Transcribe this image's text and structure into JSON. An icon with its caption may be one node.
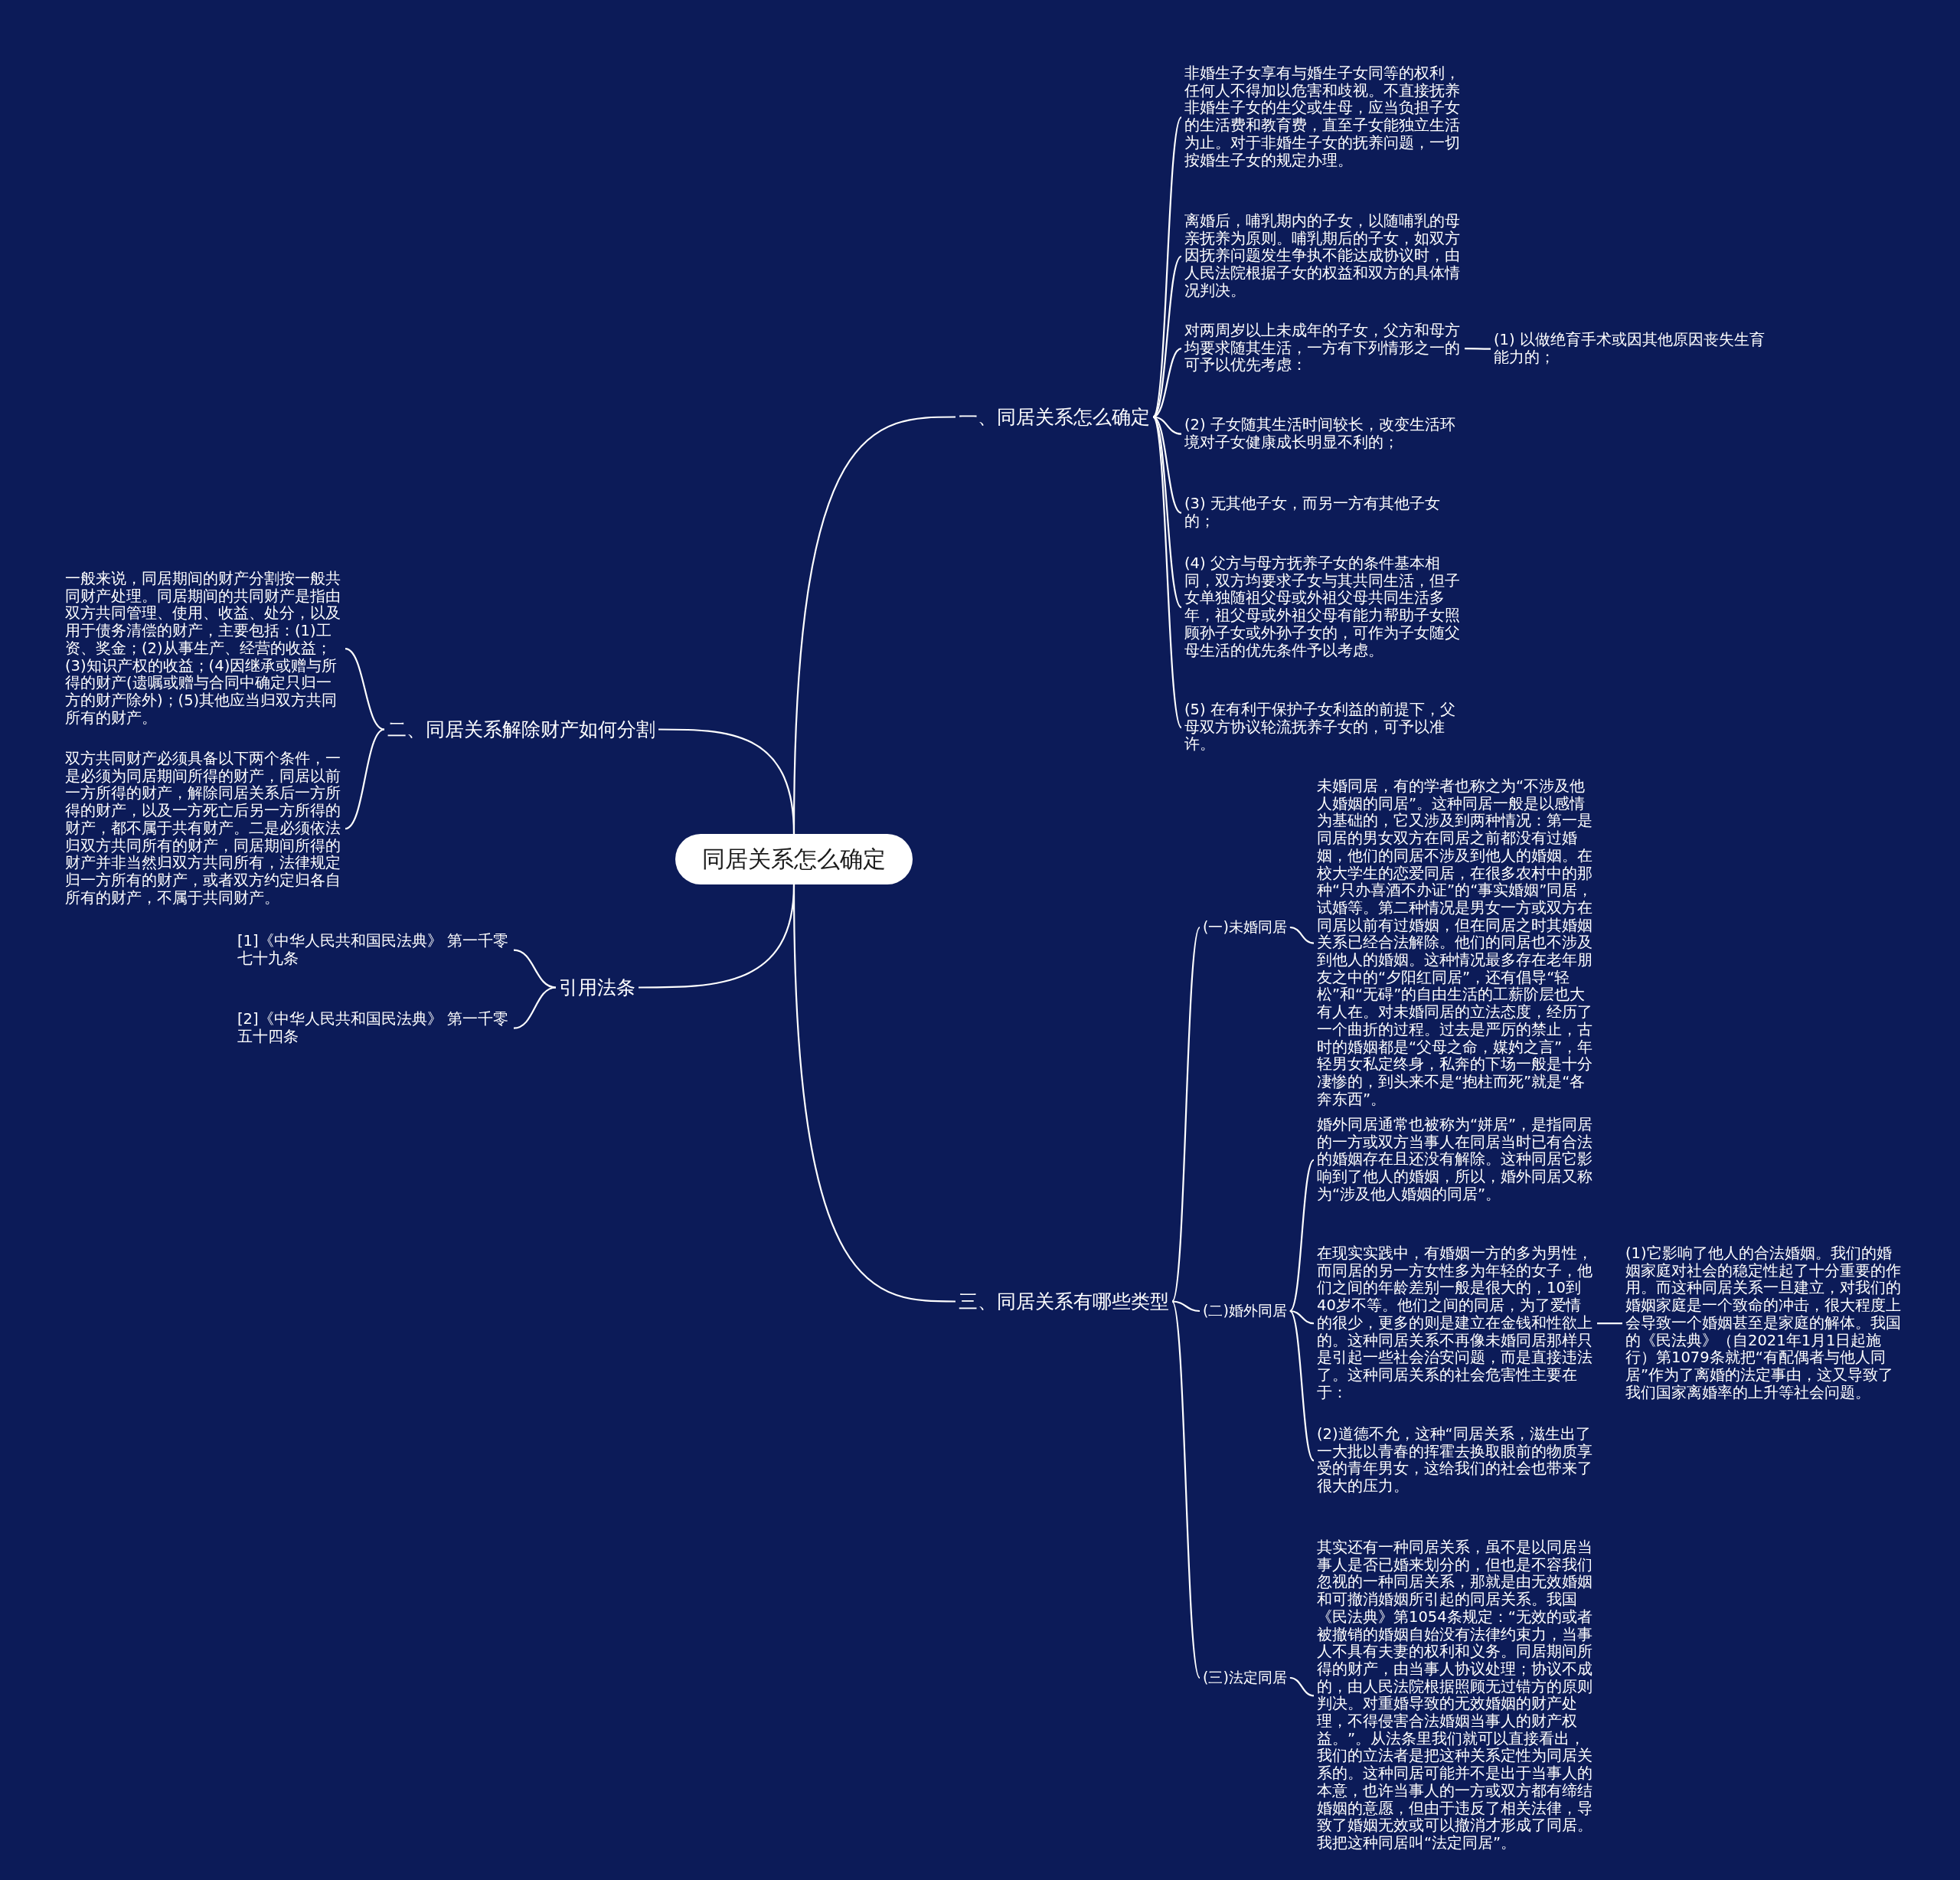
{
  "diagram": {
    "nodes": [
      {
        "text": [
          "同居关系怎么确定"
        ]
      },
      {
        "text": [
          "一、同居关系怎么确定"
        ]
      },
      {
        "text": [
          "非婚生子女享有与婚生子女同等的权利，任何人不得加以危害和歧视。不直接抚养非婚生子女的生父或生母，应当负担子女的生活费和教育费，直至子女能独立生活为止。对于非婚生子女的抚养问题，一切按婚生子女的规定办理。"
        ]
      },
      {
        "text": [
          "离婚后，哺乳期内的子女，以随哺乳的母亲抚养为原则。哺乳期后的子女，如双方因抚养问题发生争执不能达成协议时，由人民法院根据子女的权益和双方的具体情况判决。"
        ]
      },
      {
        "text": [
          "对两周岁以上未成年的子女，父方和母方均要求随其生活，一方有下列情形之一的可予以优先考虑："
        ]
      },
      {
        "text": [
          "(1) 以做绝育手术或因其他原因丧失生育能力的；"
        ]
      },
      {
        "text": [
          "(2) 子女随其生活时间较长，改变生活环境对子女健康成长明显不利的；"
        ]
      },
      {
        "text": [
          "(3) 无其他子女，而另一方有其他子女的；"
        ]
      },
      {
        "text": [
          "(4) 父方与母方抚养子女的条件基本相同，双方均要求子女与其共同生活，但子女单独随祖父母或外祖父母共同生活多年，祖父母或外祖父母有能力帮助子女照顾孙子女或外孙子女的，可作为子女随父母生活的优先条件予以考虑。"
        ]
      },
      {
        "text": [
          "(5) 在有利于保护子女利益的前提下，父母双方协议轮流抚养子女的，可予以准许。"
        ]
      },
      {
        "text": [
          "二、同居关系解除财产如何分割"
        ]
      },
      {
        "text": [
          "一般来说，同居期间的财产分割按一般共同财产处理。同居期间的共同财产是指由双方共同管理、使用、收益、处分，以及用于债务清偿的财产，主要包括：(1)工资、奖金；(2)从事生产、经营的收益；(3)知识产权的收益；(4)因继承或赠与所得的财产(遗嘱或赠与合同中确定只归一方的财产除外)；(5)其他应当归双方共同所有的财产。"
        ]
      },
      {
        "text": [
          "双方共同财产必须具备以下两个条件，一是必须为同居期间所得的财产，同居以前一方所得的财产，解除同居关系后一方所得的财产，以及一方死亡后另一方所得的财产，都不属于共有财产。二是必须依法归双方共同所有的财产，同居期间所得的财产并非当然归双方共同所有，法律规定归一方所有的财产，或者双方约定归各自所有的财产，不属于共同财产。"
        ]
      },
      {
        "text": [
          "引用法条"
        ]
      },
      {
        "text": [
          "[1]《中华人民共和国民法典》 第一千零七十九条"
        ]
      },
      {
        "text": [
          "[2]《中华人民共和国民法典》 第一千零五十四条"
        ]
      },
      {
        "text": [
          "三、同居关系有哪些类型"
        ]
      },
      {
        "text": [
          "(一)未婚同居"
        ]
      },
      {
        "text": [
          "未婚同居，有的学者也称之为“不涉及他人婚姻的同居”。这种同居一般是以感情为基础的，它又涉及到两种情况：第一是同居的男女双方在同居之前都没有过婚姻，他们的同居不涉及到他人的婚姻。在校大学生的恋爱同居，在很多农村中的那种“只办喜酒不办证”的“事实婚姻”同居，试婚等。第二种情况是男女一方或双方在同居以前有过婚姻，但在同居之时其婚姻关系已经合法解除。他们的同居也不涉及到他人的婚姻。这种情况最多存在老年朋友之中的“夕阳红同居”，还有倡导“轻松”和“无碍”的自由生活的工薪阶层也大有人在。对未婚同居的立法态度，经历了一个曲折的过程。过去是严厉的禁止，古时的婚姻都是“父母之命，媒妁之言”，年轻男女私定终身，私奔的下场一般是十分凄惨的，到头来不是“抱柱而死”就是“各奔东西”。"
        ]
      },
      {
        "text": [
          "(二)婚外同居"
        ]
      },
      {
        "text": [
          "婚外同居通常也被称为“姘居”，是指同居的一方或双方当事人在同居当时已有合法的婚姻存在且还没有解除。这种同居它影响到了他人的婚姻，所以，婚外同居又称为“涉及他人婚姻的同居”。"
        ]
      },
      {
        "text": [
          "在现实实践中，有婚姻一方的多为男性，而同居的另一方女性多为年轻的女子，他们之间的年龄差别一般是很大的，10到40岁不等。他们之间的同居，为了爱情的很少，更多的则是建立在金钱和性欲上的。这种同居关系不再像未婚同居那样只是引起一些社会治安问题，而是直接违法了。这种同居关系的社会危害性主要在于："
        ]
      },
      {
        "text": [
          "(1)它影响了他人的合法婚姻。我们的婚姻家庭对社会的稳定性起了十分重要的作用。而这种同居关系一旦建立，对我们的婚姻家庭是一个致命的冲击，很大程度上会导致一个婚姻甚至是家庭的解体。我国的《民法典》（自2021年1月1日起施行）第1079条就把“有配偶者与他人同居”作为了离婚的法定事由，这又导致了我们国家离婚率的上升等社会问题。"
        ]
      },
      {
        "text": [
          "(2)道德不允，这种“同居关系，滋生出了一大批以青春的挥霍去换取眼前的物质享受的青年男女，这给我们的社会也带来了很大的压力。"
        ]
      },
      {
        "text": [
          "(三)法定同居"
        ]
      },
      {
        "text": [
          "其实还有一种同居关系，虽不是以同居当事人是否已婚来划分的，但也是不容我们忽视的一种同居关系，那就是由无效婚姻和可撤消婚姻所引起的同居关系。我国《民法典》第1054条规定：“无效的或者被撤销的婚姻自始没有法律约束力，当事人不具有夫妻的权利和义务。同居期间所得的财产，由当事人协议处理；协议不成的，由人民法院根据照顾无过错方的原则判决。对重婚导致的无效婚姻的财产处理，不得侵害合法婚姻当事人的财产权益。”。从法条里我们就可以直接看出，我们的立法者是把这种关系定性为同居关系的。这种同居可能并不是出于当事人的本意，也许当事人的一方或双方都有缔结婚姻的意愿，但由于违反了相关法律，导致了婚姻无效或可以撤消才形成了同居。我把这种同居叫“法定同居”。"
        ]
      }
    ],
    "edges": [
      {
        "from": 0,
        "to": 1,
        "arrow": "none"
      },
      {
        "from": 1,
        "to": 2,
        "arrow": "none"
      },
      {
        "from": 1,
        "to": 3,
        "arrow": "none"
      },
      {
        "from": 1,
        "to": 4,
        "arrow": "none"
      },
      {
        "from": 4,
        "to": 5,
        "arrow": "none"
      },
      {
        "from": 1,
        "to": 6,
        "arrow": "none"
      },
      {
        "from": 1,
        "to": 7,
        "arrow": "none"
      },
      {
        "from": 1,
        "to": 8,
        "arrow": "none"
      },
      {
        "from": 1,
        "to": 9,
        "arrow": "none"
      },
      {
        "from": 0,
        "to": 10,
        "arrow": "none"
      },
      {
        "from": 10,
        "to": 11,
        "arrow": "none"
      },
      {
        "from": 10,
        "to": 12,
        "arrow": "none"
      },
      {
        "from": 0,
        "to": 13,
        "arrow": "none"
      },
      {
        "from": 13,
        "to": 14,
        "arrow": "none"
      },
      {
        "from": 13,
        "to": 15,
        "arrow": "none"
      },
      {
        "from": 0,
        "to": 16,
        "arrow": "none"
      },
      {
        "from": 16,
        "to": 17,
        "arrow": "none"
      },
      {
        "from": 17,
        "to": 18,
        "arrow": "none"
      },
      {
        "from": 16,
        "to": 19,
        "arrow": "none"
      },
      {
        "from": 19,
        "to": 20,
        "arrow": "none"
      },
      {
        "from": 19,
        "to": 21,
        "arrow": "none"
      },
      {
        "from": 21,
        "to": 22,
        "arrow": "none"
      },
      {
        "from": 19,
        "to": 23,
        "arrow": "none"
      },
      {
        "from": 16,
        "to": 24,
        "arrow": "none"
      },
      {
        "from": 24,
        "to": 25,
        "arrow": "none"
      }
    ]
  }
}
